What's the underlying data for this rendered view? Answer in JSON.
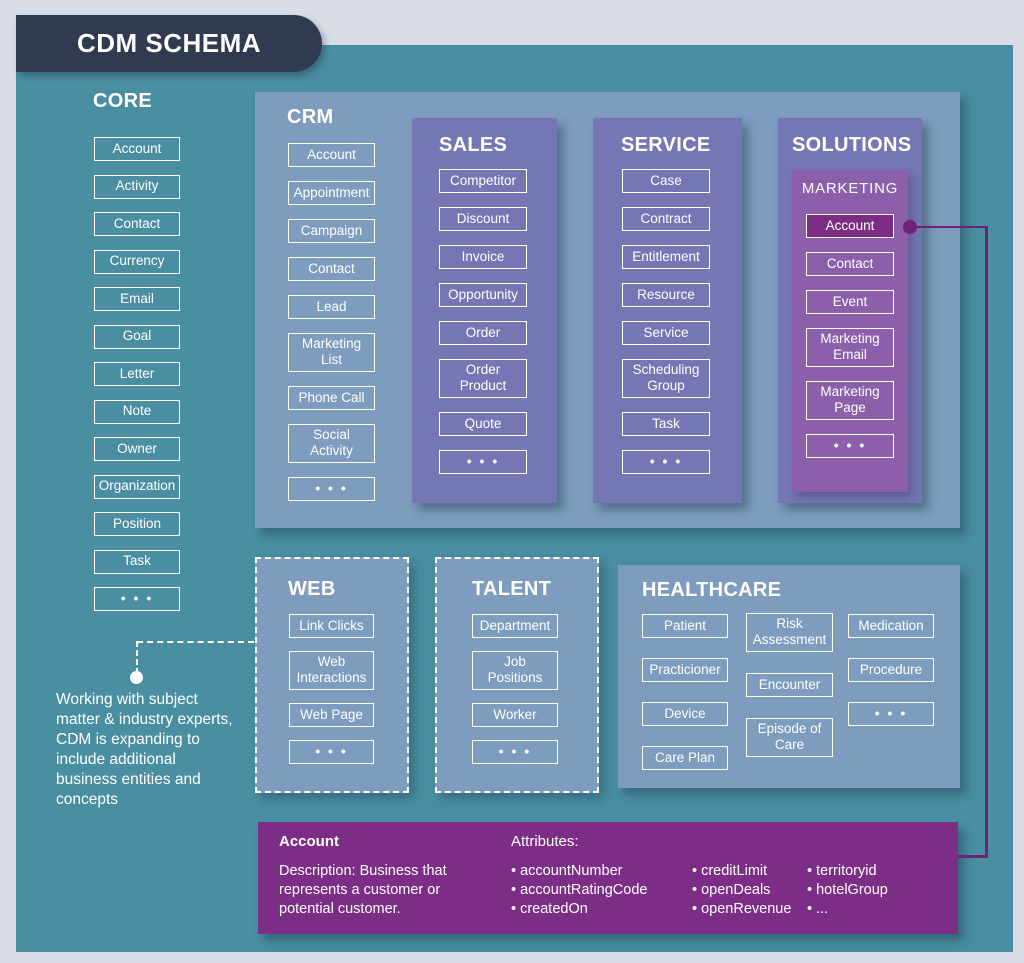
{
  "title": "CDM SCHEMA",
  "colors": {
    "background_outer": "#D9DDE6",
    "background_main": "#4A8EA2",
    "title_bar": "#2E3B51",
    "panel_blue": "#7E9CBE",
    "panel_periwinkle": "#7577B5",
    "panel_marketing": "#8B5FA9",
    "panel_magenta": "#7C2E86",
    "connector": "#6E2377",
    "text": "#FFFFFF"
  },
  "core": {
    "label": "CORE",
    "items": [
      "Account",
      "Activity",
      "Contact",
      "Currency",
      "Email",
      "Goal",
      "Letter",
      "Note",
      "Owner",
      "Organization",
      "Position",
      "Task",
      "• • •"
    ]
  },
  "crm": {
    "label": "CRM",
    "items": [
      "Account",
      "Appointment",
      "Campaign",
      "Contact",
      "Lead",
      "Marketing List",
      "Phone Call",
      "Social Activity",
      "• • •"
    ]
  },
  "sales": {
    "label": "SALES",
    "items": [
      "Competitor",
      "Discount",
      "Invoice",
      "Opportunity",
      "Order",
      "Order Product",
      "Quote",
      "• • •"
    ]
  },
  "service": {
    "label": "SERVICE",
    "items": [
      "Case",
      "Contract",
      "Entitlement",
      "Resource",
      "Service",
      "Scheduling Group",
      "Task",
      "• • •"
    ]
  },
  "solutions": {
    "label": "SOLUTIONS",
    "marketing": {
      "label": "MARKETING",
      "items": [
        {
          "label": "Account",
          "highlight": true
        },
        "Contact",
        "Event",
        "Marketing Email",
        "Marketing Page",
        "• • •"
      ]
    }
  },
  "web": {
    "label": "WEB",
    "items": [
      "Link Clicks",
      "Web Interactions",
      "Web Page",
      "• • •"
    ]
  },
  "talent": {
    "label": "TALENT",
    "items": [
      "Department",
      "Job Positions",
      "Worker",
      "• • •"
    ]
  },
  "healthcare": {
    "label": "HEALTHCARE",
    "col1": [
      "Patient",
      "Practicioner",
      "Device",
      "Care Plan"
    ],
    "col2": [
      "Risk Assessment",
      "Encounter",
      "Episode of Care"
    ],
    "col3": [
      "Medication",
      "Procedure",
      "• • •"
    ]
  },
  "note": "Working with subject matter & industry experts, CDM is expanding to include additional business entities and concepts",
  "detail": {
    "title": "Account",
    "description": "Description: Business that represents a customer or potential customer.",
    "attributes_label": "Attributes:",
    "attr_col1": [
      "• accountNumber",
      "• accountRatingCode",
      "• createdOn"
    ],
    "attr_col2": [
      "• creditLimit",
      "• openDeals",
      "• openRevenue"
    ],
    "attr_col3": [
      "• territoryid",
      "• hotelGroup",
      "• ..."
    ]
  }
}
